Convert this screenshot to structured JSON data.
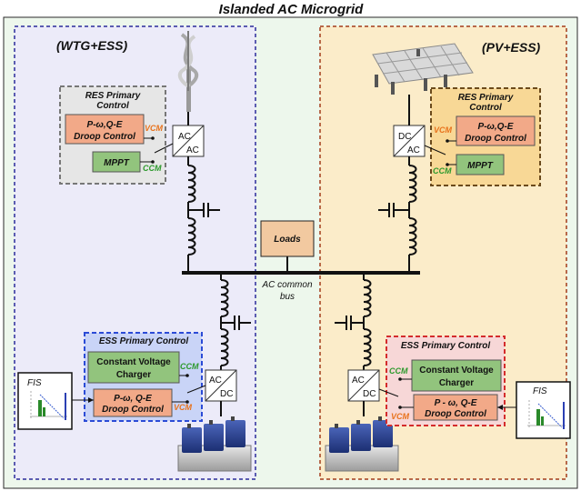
{
  "title": "Islanded AC Microgrid",
  "left_zone": {
    "label": "(WTG+ESS)",
    "res_control": {
      "title_line1": "RES Primary",
      "title_line2": "Control",
      "droop_line1": "P-ω,Q-E",
      "droop_line2": "Droop Control",
      "mppt": "MPPT",
      "vcm": "VCM",
      "ccm": "CCM"
    },
    "converter_top": {
      "a": "AC",
      "b": "AC"
    },
    "ess_control": {
      "title": "ESS Primary Control",
      "cv_line1": "Constant Voltage",
      "cv_line2": "Charger",
      "droop_line1": "P-ω, Q-E",
      "droop_line2": "Droop Control",
      "ccm": "CCM",
      "vcm": "VCM"
    },
    "converter_bottom": {
      "a": "AC",
      "b": "DC"
    },
    "fis": "FIS"
  },
  "right_zone": {
    "label": "(PV+ESS)",
    "res_control": {
      "title_line1": "RES Primary",
      "title_line2": "Control",
      "droop_line1": "P-ω,Q-E",
      "droop_line2": "Droop Control",
      "mppt": "MPPT",
      "vcm": "VCM",
      "ccm": "CCM"
    },
    "converter_top": {
      "a": "DC",
      "b": "AC"
    },
    "ess_control": {
      "title": "ESS Primary Control",
      "cv_line1": "Constant Voltage",
      "cv_line2": "Charger",
      "droop_line1": "P - ω, Q-E",
      "droop_line2": "Droop Control",
      "ccm": "CCM",
      "vcm": "VCM"
    },
    "converter_bottom": {
      "a": "AC",
      "b": "DC"
    },
    "fis": "FIS"
  },
  "loads": "Loads",
  "bus": {
    "line1": "AC common",
    "line2": "bus"
  },
  "colors": {
    "frame_bg": "#edf7ec",
    "left_bg": "#ecebf9",
    "right_bg": "#fbecc9",
    "droop": "#f2a988",
    "mppt_cv": "#92c47d",
    "orange_text": "#e8731d",
    "green_text": "#2e9a2e",
    "ess_left_bg": "#c9d4f7",
    "ess_right_bg": "#f7d7d7",
    "res_right_bg": "#f8d896"
  }
}
